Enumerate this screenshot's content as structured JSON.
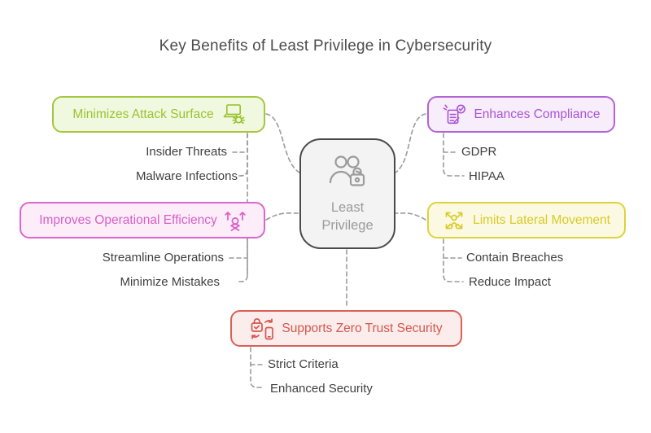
{
  "title": "Key Benefits of Least Privilege in Cybersecurity",
  "center": {
    "line1": "Least",
    "line2": "Privilege",
    "icon": "users-lock-icon"
  },
  "branches": [
    {
      "id": "minimizes-attack-surface",
      "label": "Minimizes Attack Surface",
      "icon": "laptop-bug-icon",
      "border_color": "#a4c73f",
      "text_color": "#9ac32e",
      "fill_color": "#f1f8e0",
      "children": [
        "Insider Threats",
        "Malware Infections"
      ]
    },
    {
      "id": "enhances-compliance",
      "label": "Enhances Compliance",
      "icon": "compliance-checklist-icon",
      "border_color": "#b164d4",
      "text_color": "#a855d4",
      "fill_color": "#f7edfb",
      "children": [
        "GDPR",
        "HIPAA"
      ]
    },
    {
      "id": "improves-operational-efficiency",
      "label": "Improves Operational Efficiency",
      "icon": "productivity-person-icon",
      "border_color": "#dc66cd",
      "text_color": "#d75ec8",
      "fill_color": "#fcedf9",
      "children": [
        "Streamline Operations",
        "Minimize Mistakes"
      ]
    },
    {
      "id": "limits-lateral-movement",
      "label": "Limits Lateral Movement",
      "icon": "person-expand-arrows-icon",
      "border_color": "#ded33c",
      "text_color": "#d8cb28",
      "fill_color": "#fbf9e2",
      "children": [
        "Contain Breaches",
        "Reduce Impact"
      ]
    },
    {
      "id": "supports-zero-trust-security",
      "label": "Supports Zero Trust Security",
      "icon": "lock-device-sync-icon",
      "border_color": "#da6058",
      "text_color": "#d6554e",
      "fill_color": "#fbedeb",
      "children": [
        "Strict Criteria",
        "Enhanced Security"
      ]
    }
  ],
  "colors": {
    "background": "#ffffff",
    "title_text": "#4c4c4c",
    "child_text": "#3f3f3f",
    "connector": "#9a9a9a",
    "center_border": "#4a4a4a",
    "center_fill": "#f3f3f3",
    "center_text": "#9b9b9b"
  }
}
